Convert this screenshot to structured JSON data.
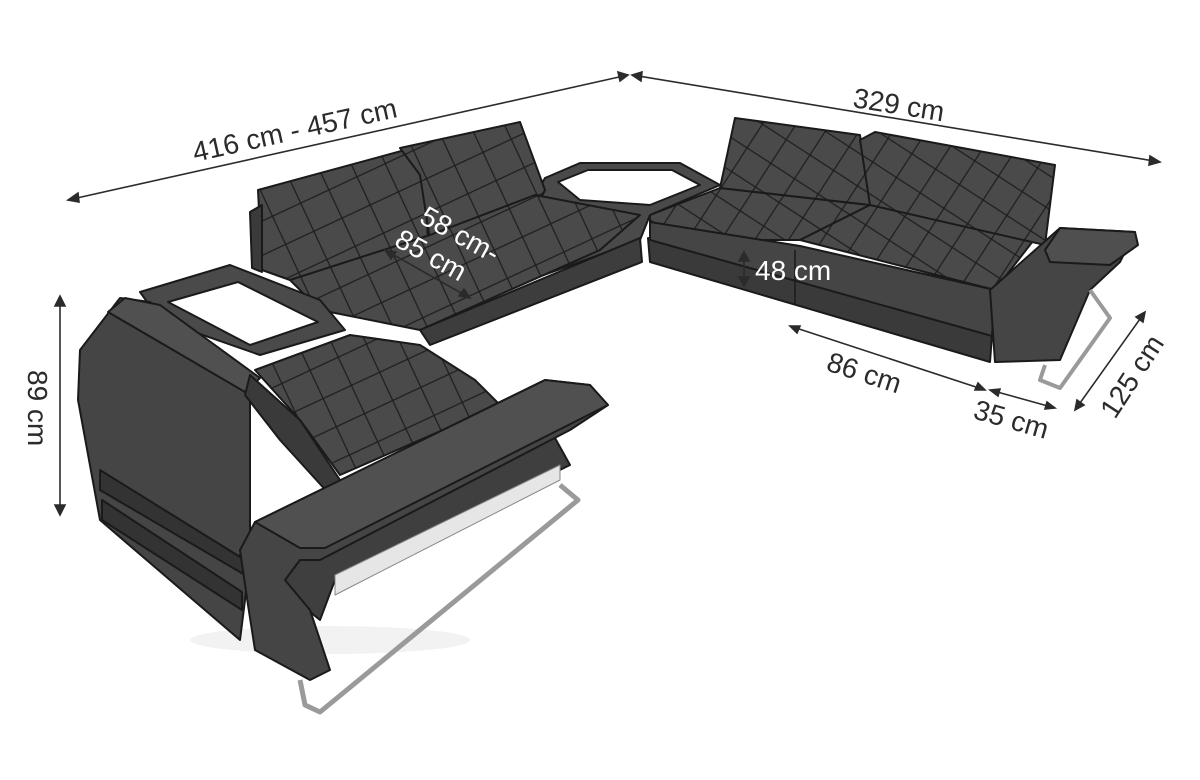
{
  "diagram": {
    "product": "sectional-sofa-dimension-drawing",
    "dimensions": {
      "left_side_width": "416 cm - 457 cm",
      "right_side_width": "329 cm",
      "overall_height": "89 cm",
      "seat_depth": "58 cm-",
      "seat_depth_2": "85 cm",
      "seat_height": "48 cm",
      "seat_width": "86 cm",
      "armrest_width": "35 cm",
      "sofa_depth": "125 cm"
    },
    "colors": {
      "upholstery": "#4a4a4a",
      "upholstery_dark": "#3a3a3a",
      "stitching": "#1e1e1e",
      "outline": "#1a1a1a",
      "light_panel": "#ffffff",
      "chrome_leg": "#c8c8c8",
      "dimension_line": "#2b2b2b"
    }
  }
}
